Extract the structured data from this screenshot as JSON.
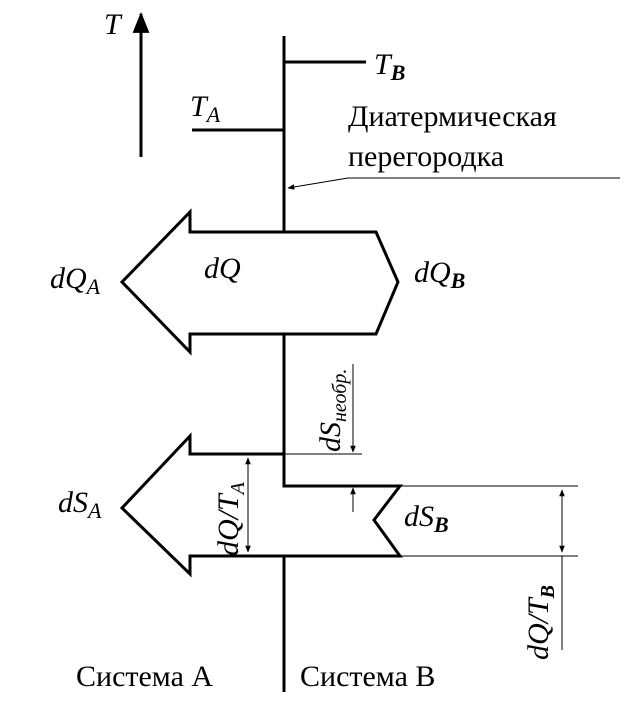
{
  "temperature_axis": {
    "symbol": "T"
  },
  "temperatures": {
    "a_symbol": "T",
    "a_sub": "A",
    "b_symbol": "T",
    "b_sub": "B"
  },
  "partition": {
    "line1": "Диатермическая",
    "line2": "перегородка"
  },
  "heat_arrow": {
    "left_symbol": "dQ",
    "left_sub": "A",
    "center_label": "dQ",
    "right_symbol": "dQ",
    "right_sub": "B"
  },
  "entropy": {
    "irreversible_symbol": "dS",
    "irreversible_sub": "необр.",
    "a_symbol": "dS",
    "a_sub": "A",
    "b_symbol": "dS",
    "b_sub": "B",
    "qa_symbol": "dQ/T",
    "qa_sub": "A",
    "qb_symbol": "dQ/T",
    "qb_sub": "B"
  },
  "systems": {
    "left": "Система А",
    "right": "Система В"
  }
}
